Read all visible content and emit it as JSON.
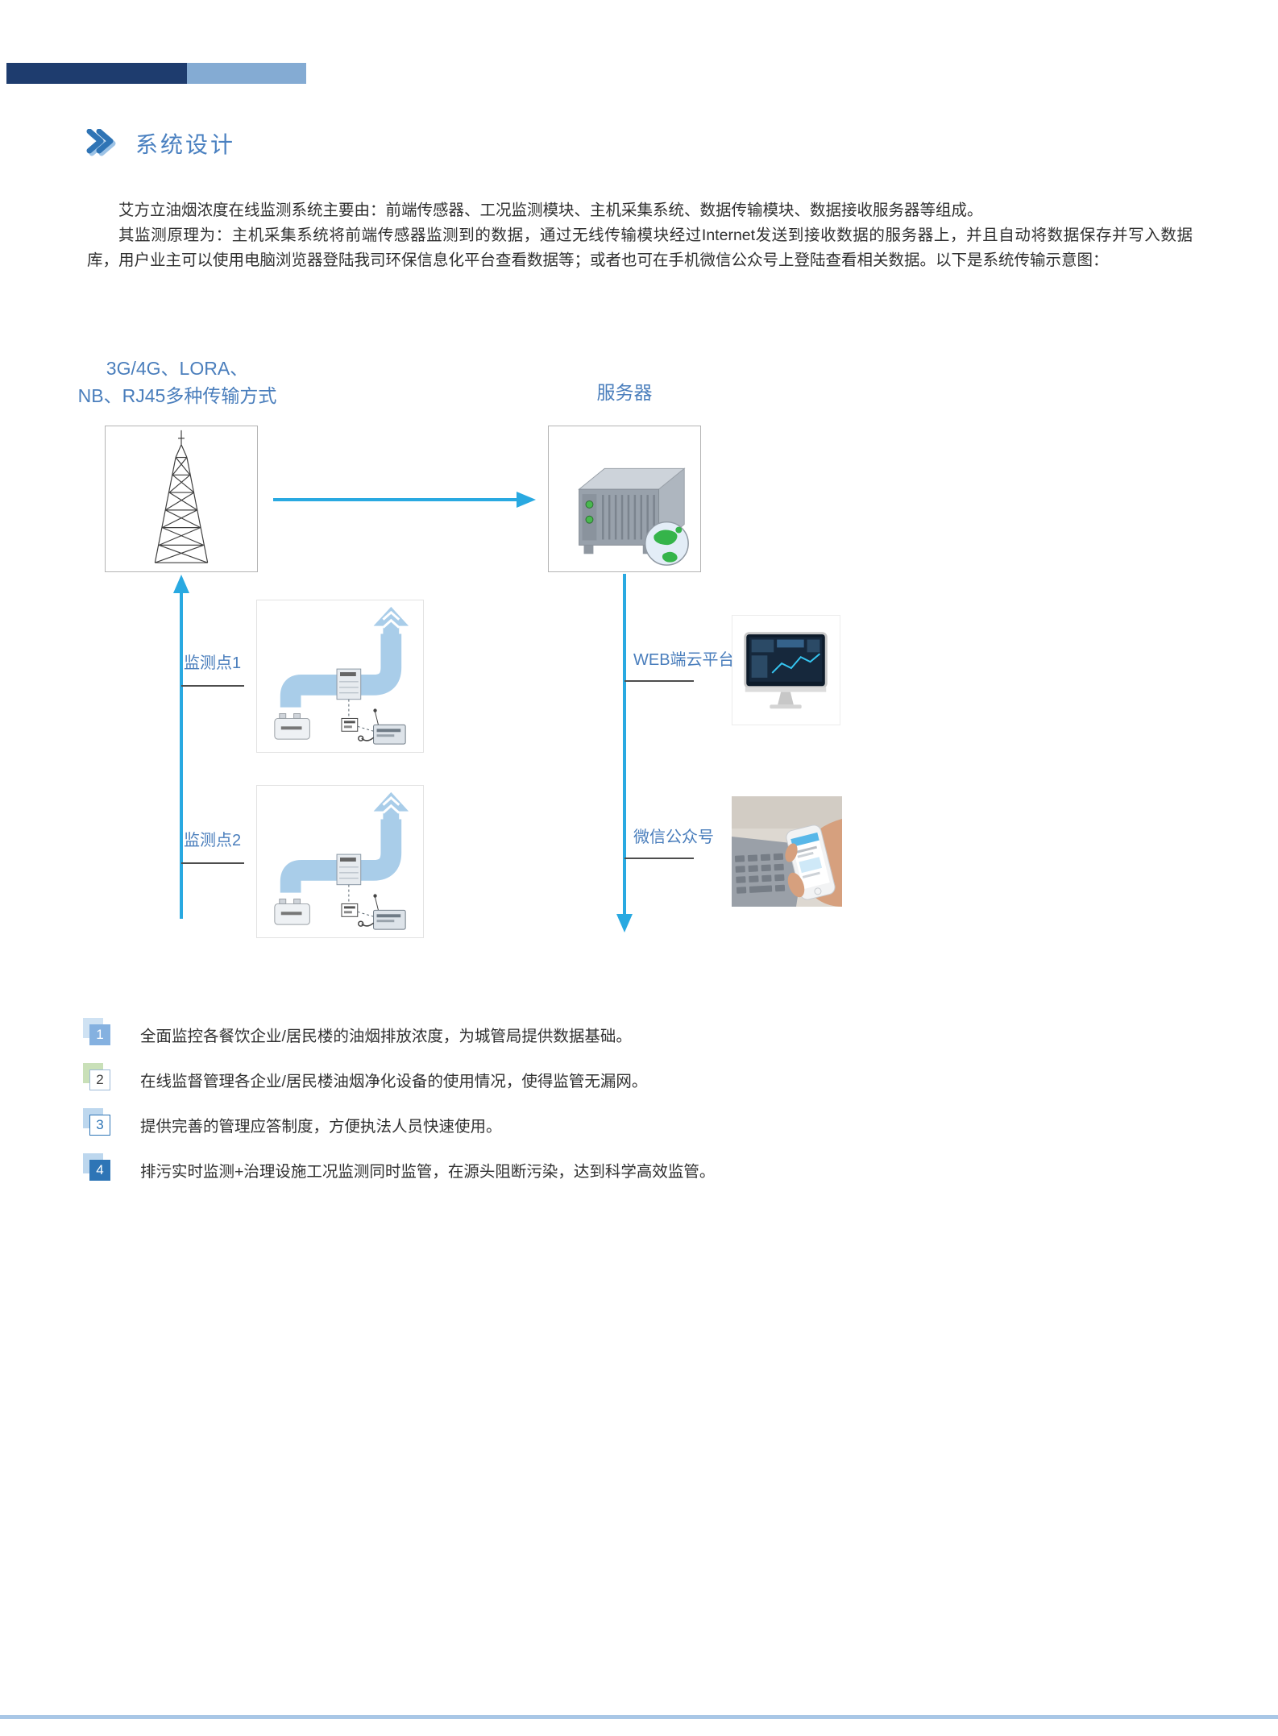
{
  "header": {
    "title": "系统设计"
  },
  "intro": {
    "para1": "艾方立油烟浓度在线监测系统主要由：前端传感器、工况监测模块、主机采集系统、数据传输模块、数据接收服务器等组成。",
    "para2": "其监测原理为：主机采集系统将前端传感器监测到的数据，通过无线传输模块经过Internet发送到接收数据的服务器上，并且自动将数据保存并写入数据库，用户业主可以使用电脑浏览器登陆我司环保信息化平台查看数据等；或者也可在手机微信公众号上登陆查看相关数据。以下是系统传输示意图："
  },
  "diagram": {
    "transmission_label": {
      "line1": "3G/4G、LORA、",
      "line2": "NB、RJ45多种传输方式"
    },
    "server_label": "服务器",
    "monitoring_points": [
      {
        "label": "监测点1"
      },
      {
        "label": "监测点2"
      }
    ],
    "outputs": [
      {
        "label": "WEB端云平台"
      },
      {
        "label": "微信公众号"
      }
    ]
  },
  "features": [
    {
      "num": "1",
      "text": "全面监控各餐饮企业/居民楼的油烟排放浓度，为城管局提供数据基础。"
    },
    {
      "num": "2",
      "text": "在线监督管理各企业/居民楼油烟净化设备的使用情况，使得监管无漏网。"
    },
    {
      "num": "3",
      "text": "提供完善的管理应答制度，方便执法人员快速使用。"
    },
    {
      "num": "4",
      "text": "排污实时监测+治理设施工况监测同时监管，在源头阻断污染，达到科学高效监管。"
    }
  ],
  "colors": {
    "accent_blue": "#4a7ebc",
    "heading_blue": "#4a80c0",
    "arrow_blue": "#29a9e1",
    "stripe_dark": "#1e3c6e",
    "stripe_light": "#84abd3",
    "badge_blue": "#2e75b6",
    "duct_blue": "#a9cde9",
    "footer_blue": "#a9c7e6"
  }
}
